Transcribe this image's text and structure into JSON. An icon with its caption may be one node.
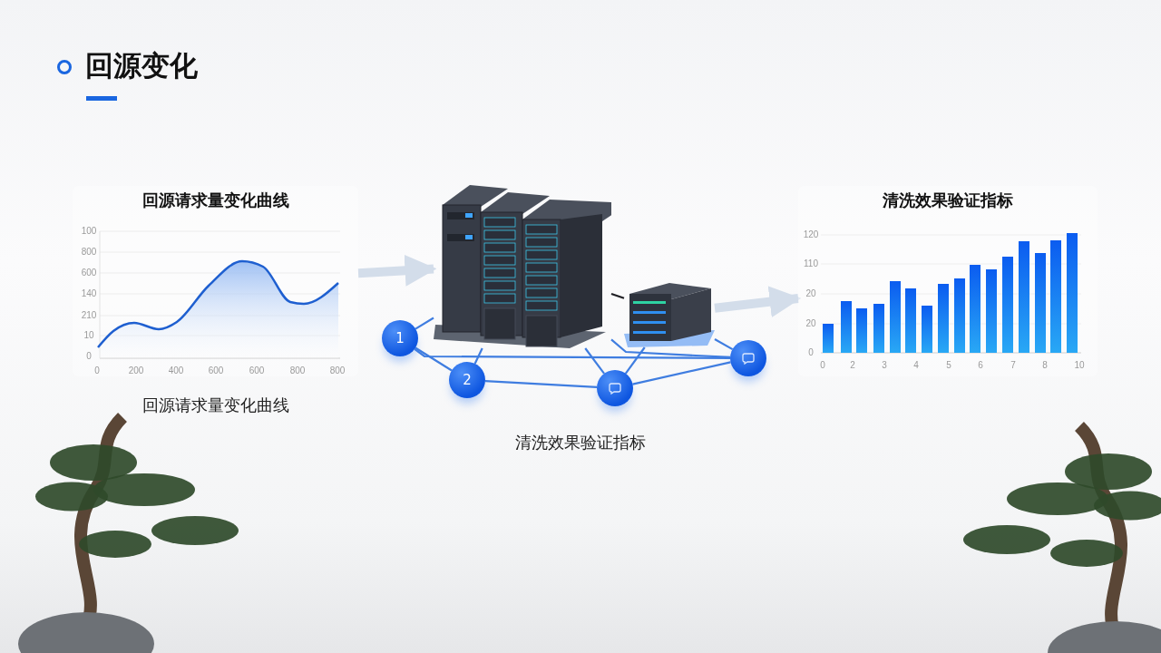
{
  "diagram": {
    "title": "回源变化",
    "nodes": [
      {
        "text": [
          "回源请求量变化曲线"
        ],
        "beside": [
          "回源请求量变化曲线"
        ]
      },
      {
        "text": [],
        "shape": "picture"
      },
      {
        "text": [],
        "shape": "picture"
      },
      {
        "text": [
          "1"
        ]
      },
      {
        "text": [
          "2"
        ]
      },
      {
        "text": [],
        "shape": "circle"
      },
      {
        "text": [],
        "shape": "circle"
      },
      {
        "text": [
          "清洗效果验证指标"
        ]
      }
    ],
    "edges": [
      {
        "from": 0,
        "to": 1,
        "arrow": "to",
        "style": "thick",
        "color": "#d3ddea"
      },
      {
        "from": 2,
        "to": 7,
        "arrow": "to",
        "style": "thick",
        "color": "#d3ddea"
      },
      {
        "from": 1,
        "to": 2,
        "arrow": "none",
        "color": "#1f1f24"
      },
      {
        "from": 3,
        "to": 4,
        "arrow": "none"
      },
      {
        "from": 3,
        "to": 1,
        "arrow": "none"
      },
      {
        "from": 3,
        "to": 6,
        "arrow": "none"
      },
      {
        "from": 4,
        "to": 1,
        "arrow": "none"
      },
      {
        "from": 4,
        "to": 5,
        "arrow": "none"
      },
      {
        "from": 5,
        "to": 1,
        "arrow": "none"
      },
      {
        "from": 5,
        "to": 2,
        "arrow": "none"
      },
      {
        "from": 5,
        "to": 6,
        "arrow": "none"
      },
      {
        "from": 1,
        "to": 6,
        "arrow": "none"
      },
      {
        "from": 2,
        "to": 6,
        "arrow": "none"
      }
    ],
    "labels": [
      "100",
      "800",
      "600",
      "140",
      "210",
      "10",
      "0",
      "0",
      "200",
      "400",
      "600",
      "600",
      "800",
      "800",
      "清洗效果验证指标",
      "120",
      "110",
      "20",
      "20",
      "0",
      "0",
      "2",
      "3",
      "4",
      "5",
      "6",
      "7",
      "8",
      "10"
    ]
  }
}
